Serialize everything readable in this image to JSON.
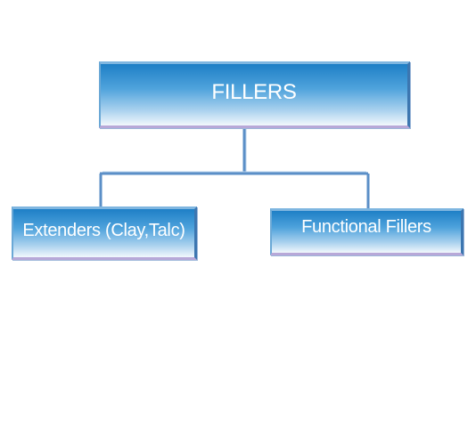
{
  "diagram": {
    "root": {
      "label": "FILLERS"
    },
    "children": [
      {
        "label": "Extenders (Clay,Talc)"
      },
      {
        "label": "Functional Fillers"
      }
    ]
  },
  "colors": {
    "node_top": "#1e7fc6",
    "node_bottom": "#f2f8fc",
    "connector": "#5b8fc7"
  }
}
